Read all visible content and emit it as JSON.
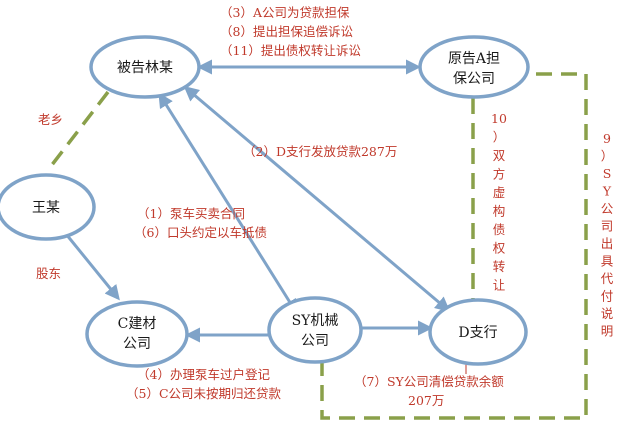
{
  "colors": {
    "node_stroke": "#7fa3c8",
    "arrow": "#7fa3c8",
    "dashed": "#8aa04a",
    "label_text": "#c0392b",
    "node_text": "#1a1a1a"
  },
  "nodes": {
    "defendant_lin": "被告林某",
    "plaintiff_a_line1": "原告A担",
    "plaintiff_a_line2": "保公司",
    "wang": "王某",
    "c_company_line1": "C建材",
    "c_company_line2": "公司",
    "sy_line1": "SY机械",
    "sy_line2": "公司",
    "d_bank": "D支行"
  },
  "edges": {
    "a_lin_1": "（3）A公司为贷款担保",
    "a_lin_2": "（8）提出担保追偿诉讼",
    "a_lin_3": "（11）提出债权转让诉讼",
    "fellow_villager": "老乡",
    "shareholder": "股东",
    "d_loan": "（2）D支行发放贷款287万",
    "sy_lin_1": "（1）泵车买卖合同",
    "sy_lin_2": "（6）口头约定以车抵债",
    "sy_c_1": "（4）办理泵车过户登记",
    "sy_c_2": "（5）C公司未按期归还贷款",
    "sy_d_1": "（7）SY公司清偿贷款余额",
    "sy_d_2": "207万",
    "a_d_vertical": [
      "10",
      "）",
      "双",
      "方",
      "虚",
      "构",
      "债",
      "权",
      "转",
      "让"
    ],
    "sy_a_vertical": [
      "9",
      "）",
      "S",
      "Y",
      "公",
      "司",
      "出",
      "具",
      "代",
      "付",
      "说",
      "明"
    ]
  }
}
